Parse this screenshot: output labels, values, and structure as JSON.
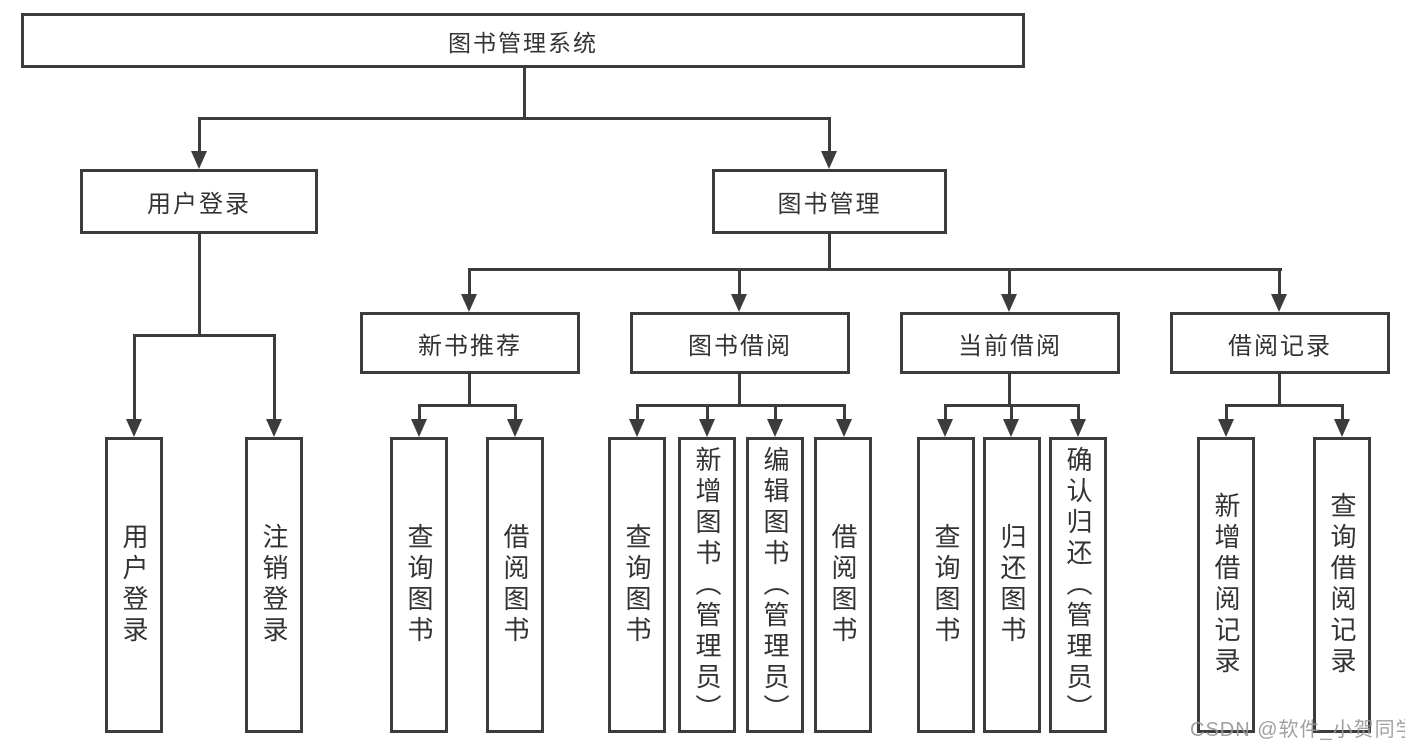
{
  "diagram": {
    "type": "hierarchy",
    "tree": {
      "root": {
        "label": "图书管理系统"
      },
      "children": [
        {
          "label": "用户登录",
          "leaves": [
            {
              "label": "用户登录"
            },
            {
              "label": "注销登录"
            }
          ]
        },
        {
          "label": "图书管理",
          "children": [
            {
              "label": "新书推荐",
              "leaves": [
                {
                  "label": "查询图书"
                },
                {
                  "label": "借阅图书"
                }
              ]
            },
            {
              "label": "图书借阅",
              "leaves": [
                {
                  "label": "查询图书"
                },
                {
                  "label": "新增图书（管理员）"
                },
                {
                  "label": "编辑图书（管理员）"
                },
                {
                  "label": "借阅图书"
                }
              ]
            },
            {
              "label": "当前借阅",
              "leaves": [
                {
                  "label": "查询图书"
                },
                {
                  "label": "归还图书"
                },
                {
                  "label": "确认归还（管理员）"
                }
              ]
            },
            {
              "label": "借阅记录",
              "leaves": [
                {
                  "label": "新增借阅记录"
                },
                {
                  "label": "查询借阅记录"
                }
              ]
            }
          ]
        }
      ]
    },
    "colors": {
      "line": "#3c3c3c",
      "text": "#333333",
      "background": "#ffffff",
      "watermark": "#989898"
    }
  },
  "watermark": {
    "text": "CSDN @软件_小贺同学"
  }
}
